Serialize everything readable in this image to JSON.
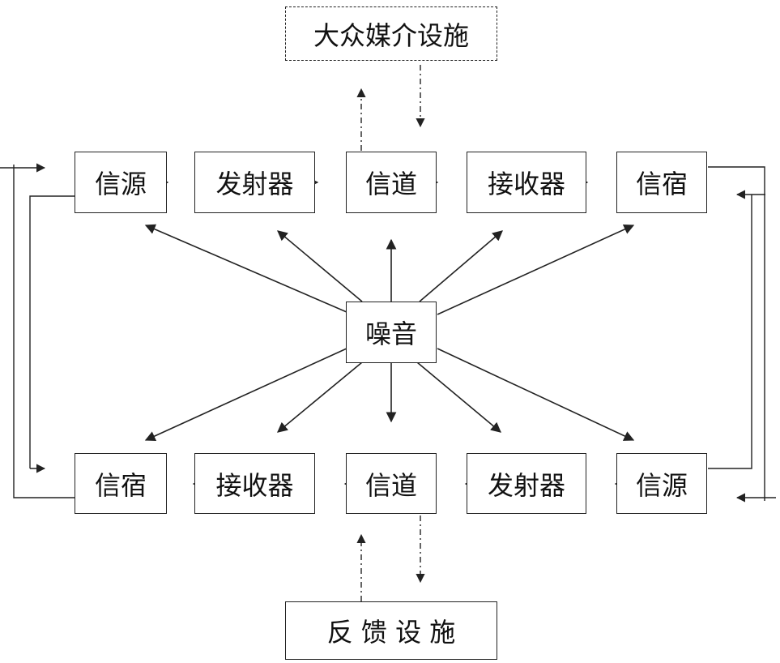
{
  "diagram": {
    "top_facility": "大众媒介设施",
    "bottom_facility": "反 馈 设 施",
    "noise": "噪音",
    "top_row": [
      "信源",
      "发射器",
      "信道",
      "接收器",
      "信宿"
    ],
    "bottom_row": [
      "信宿",
      "接收器",
      "信道",
      "发射器",
      "信源"
    ],
    "colors": {
      "line": "#222222",
      "text": "#111111",
      "background": "#ffffff"
    }
  }
}
